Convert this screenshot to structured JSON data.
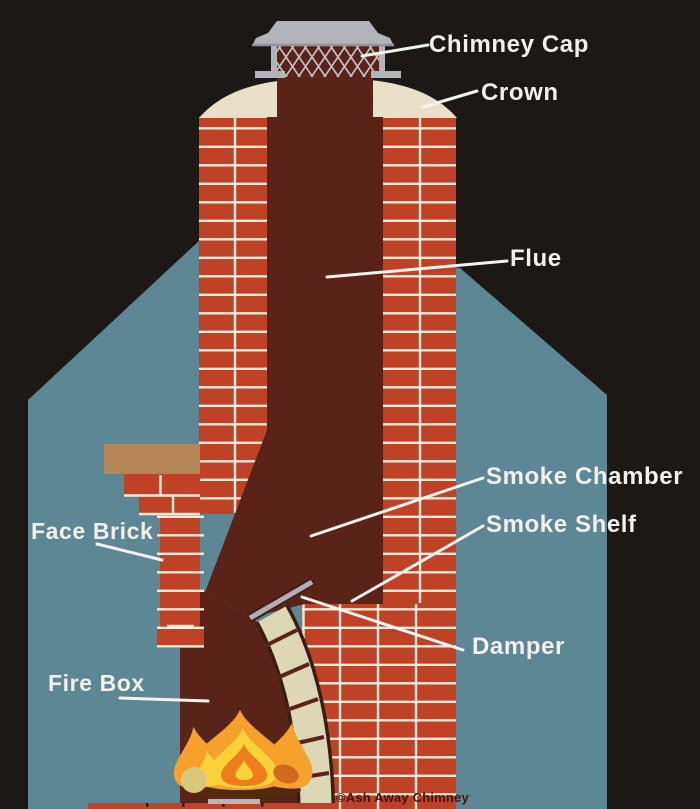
{
  "labels": {
    "chimney_cap": "Chimney Cap",
    "crown": "Crown",
    "flue": "Flue",
    "smoke_chamber": "Smoke Chamber",
    "smoke_shelf": "Smoke Shelf",
    "damper": "Damper",
    "face_brick": "Face Brick",
    "fire_box": "Fire Box"
  },
  "watermark": "©Ash Away Chimney",
  "colors": {
    "background": "#1b1816",
    "house_silhouette": "#5d8794",
    "brick": "#bf4227",
    "mortar": "#f3ecda",
    "flue_interior": "#5a2318",
    "crown": "#e8e1c8",
    "cap_metal": "#b2b4ba",
    "mantel": "#b68756",
    "firebox_tile": "#ded7b6",
    "damper_metal": "#b6acb8",
    "flame_outer": "#f5a12b",
    "flame_mid": "#fcd23a",
    "flame_core": "#ee7d1c",
    "log": "#cf6b1e",
    "label_text": "#f2f1ec"
  }
}
